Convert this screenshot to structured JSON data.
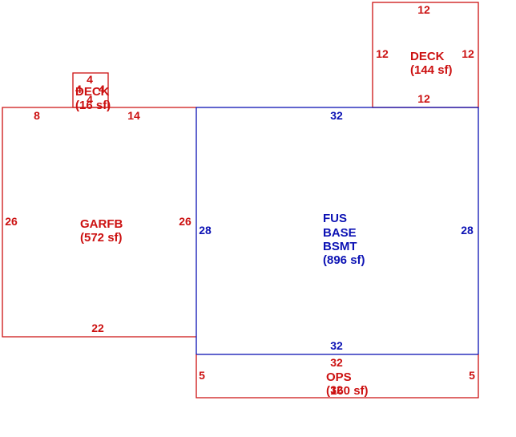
{
  "colors": {
    "red": "#cc1111",
    "blue": "#0c12b4"
  },
  "deck_top": {
    "name": "DECK",
    "area": "(144 sf)",
    "dims": {
      "top": "12",
      "left": "12",
      "right": "12",
      "bottom": "12"
    }
  },
  "deck_small": {
    "name": "DECK",
    "area": "(16 sf)",
    "dims": {
      "top": "4",
      "left": "4",
      "right": "4",
      "bottom": "4"
    }
  },
  "garfb": {
    "name": "GARFB",
    "area": "(572 sf)",
    "dims": {
      "top_left": "8",
      "top_right": "14",
      "left": "26",
      "right": "26",
      "bottom": "22"
    }
  },
  "fus": {
    "lines": [
      "FUS",
      "BASE",
      "BSMT"
    ],
    "area": "(896 sf)",
    "dims": {
      "top": "32",
      "left": "28",
      "right": "28",
      "bottom": "32"
    }
  },
  "ops": {
    "name": "OPS",
    "area": "(160 sf)",
    "dims": {
      "top": "32",
      "left": "5",
      "right": "5",
      "bottom": "32"
    }
  }
}
